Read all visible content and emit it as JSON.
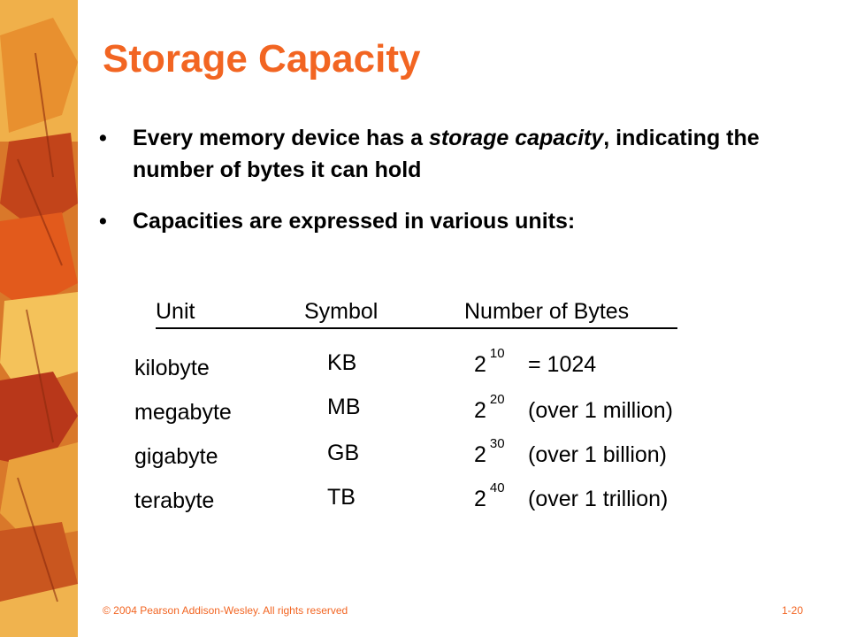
{
  "slide": {
    "title": "Storage Capacity",
    "bullets": [
      {
        "pre": "Every memory device has a ",
        "emphasis": "storage capacity",
        "post": ", indicating the number of bytes it can hold"
      },
      {
        "text": "Capacities are expressed in various units:"
      }
    ],
    "bullet_glyph": "•",
    "table": {
      "headers": [
        "Unit",
        "Symbol",
        "Number of Bytes"
      ],
      "rows": [
        {
          "unit": "kilobyte",
          "symbol": "KB",
          "base": "2",
          "exponent": "10",
          "note": "=  1024"
        },
        {
          "unit": "megabyte",
          "symbol": "MB",
          "base": "2",
          "exponent": "20",
          "note": "(over 1 million)"
        },
        {
          "unit": "gigabyte",
          "symbol": "GB",
          "base": "2",
          "exponent": "30",
          "note": "(over 1 billion)"
        },
        {
          "unit": "terabyte",
          "symbol": "TB",
          "base": "2",
          "exponent": "40",
          "note": "(over 1 trillion)"
        }
      ]
    },
    "footer": {
      "copyright": "© 2004 Pearson Addison-Wesley. All rights reserved",
      "page": "1-20"
    },
    "colors": {
      "title": "#f26522",
      "footer": "#f26522",
      "leaf_dark": "#b83a12",
      "leaf_mid": "#e2651e",
      "leaf_light": "#f3a23a"
    },
    "decoration": "autumn-leaves-strip"
  }
}
